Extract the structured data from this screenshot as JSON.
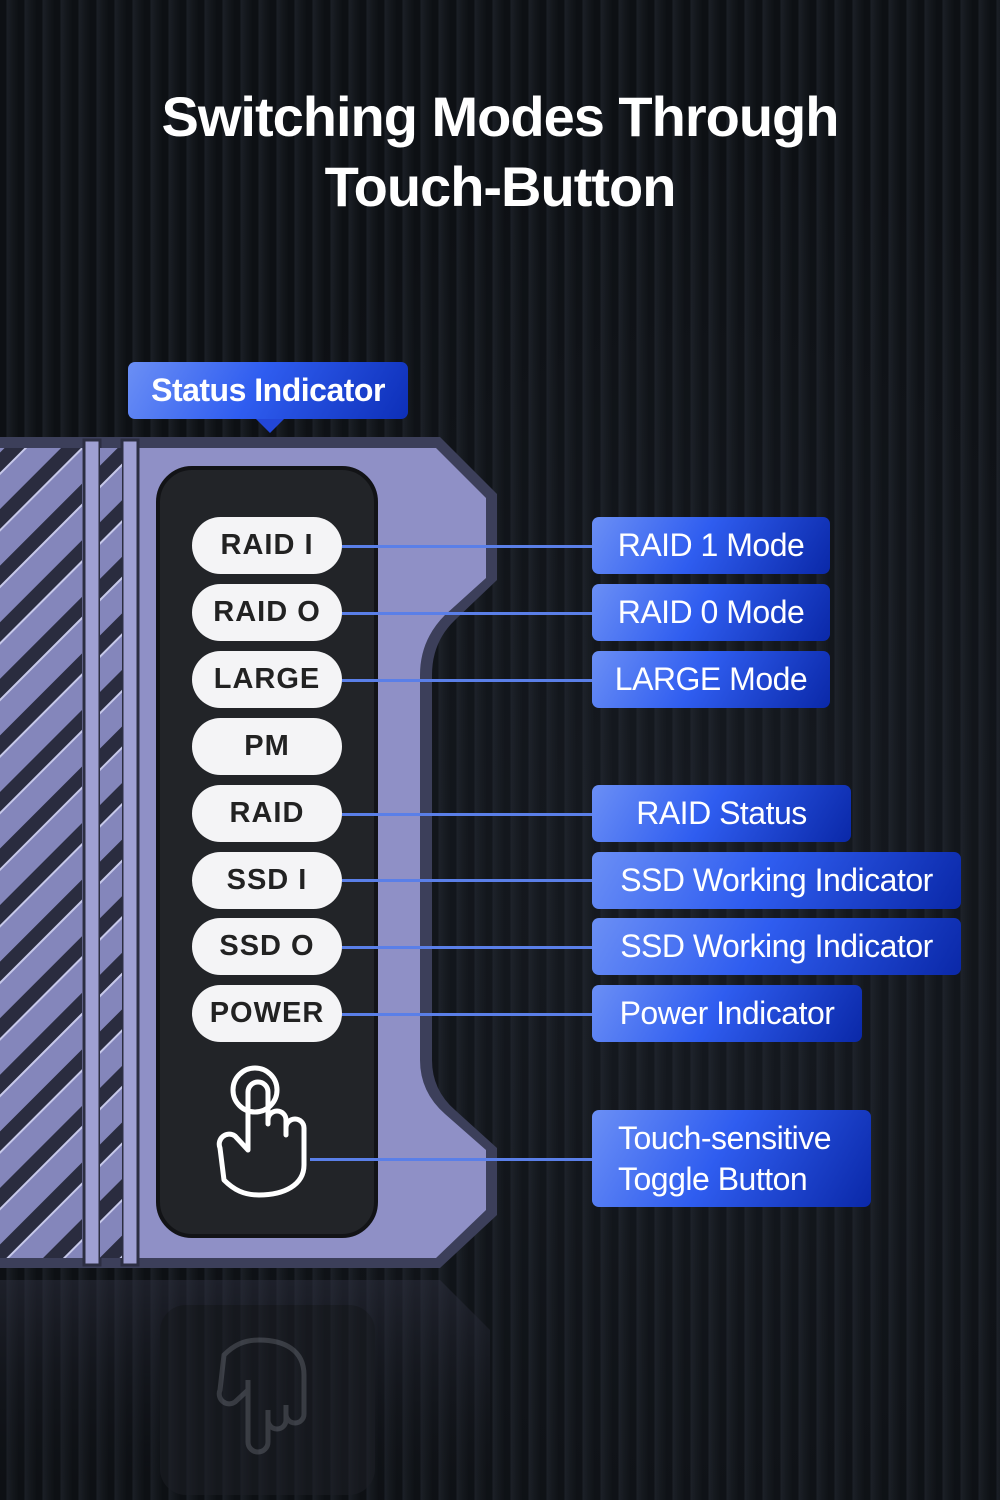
{
  "title": {
    "line1": "Switching Modes Through",
    "line2": "Touch-Button"
  },
  "status_callout": "Status Indicator",
  "indicators": [
    {
      "pill": "RAID I",
      "label": "RAID 1 Mode"
    },
    {
      "pill": "RAID O",
      "label": "RAID 0 Mode"
    },
    {
      "pill": "LARGE",
      "label": "LARGE Mode"
    },
    {
      "pill": "PM",
      "label": ""
    },
    {
      "pill": "RAID",
      "label": "RAID Status"
    },
    {
      "pill": "SSD I",
      "label": "SSD Working Indicator"
    },
    {
      "pill": "SSD O",
      "label": "SSD Working Indicator"
    },
    {
      "pill": "POWER",
      "label": "Power Indicator"
    }
  ],
  "touch_button": {
    "line1": "Touch-sensitive",
    "line2": "Toggle Button",
    "icon": "touch-hand-icon"
  },
  "colors": {
    "accent": "#2f5df0",
    "device": "#8e8fc4",
    "panel": "#222428"
  }
}
